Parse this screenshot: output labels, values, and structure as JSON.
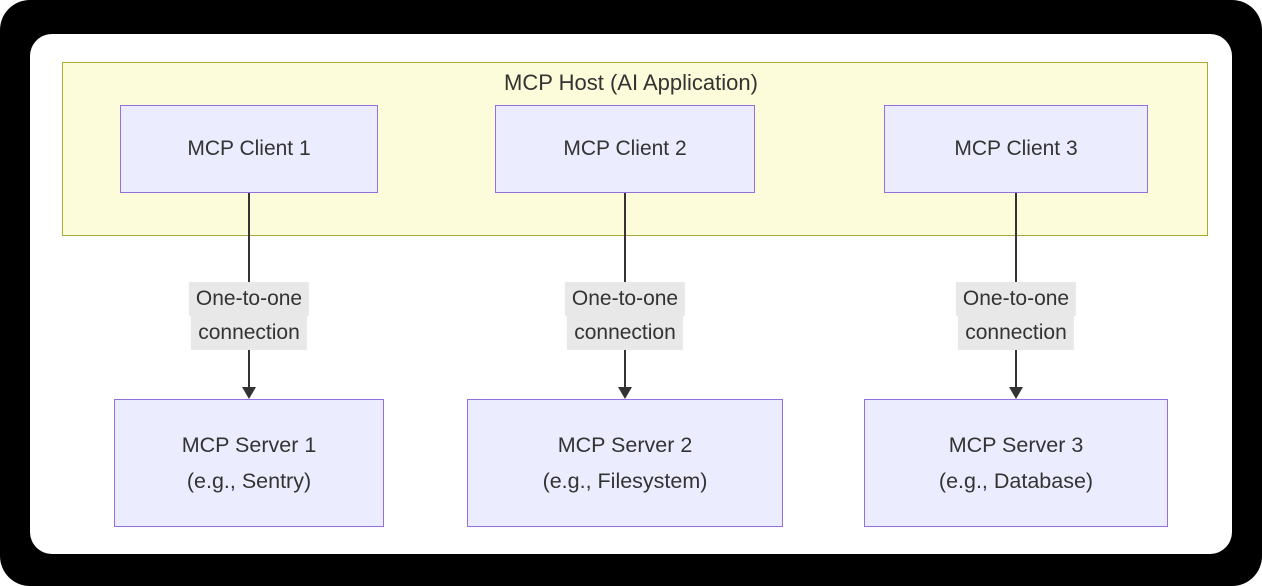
{
  "diagram": {
    "host_title": "MCP Host (AI Application)",
    "clients": [
      "MCP Client 1",
      "MCP Client 2",
      "MCP Client 3"
    ],
    "edge_label": {
      "line1": "One-to-one",
      "line2": "connection"
    },
    "servers": [
      {
        "line1": "MCP Server 1",
        "line2": "(e.g., Sentry)"
      },
      {
        "line1": "MCP Server 2",
        "line2": "(e.g., Filesystem)"
      },
      {
        "line1": "MCP Server 3",
        "line2": "(e.g., Database)"
      }
    ],
    "colors": {
      "frame_background": "#000000",
      "panel_background": "#ffffff",
      "host_fill": "#fcfcda",
      "host_border": "#aaaa33",
      "node_fill": "#ececff",
      "node_border": "#9370db",
      "edge_label_background": "#e8e8e8",
      "arrow": "#333333",
      "text": "#333333"
    }
  }
}
